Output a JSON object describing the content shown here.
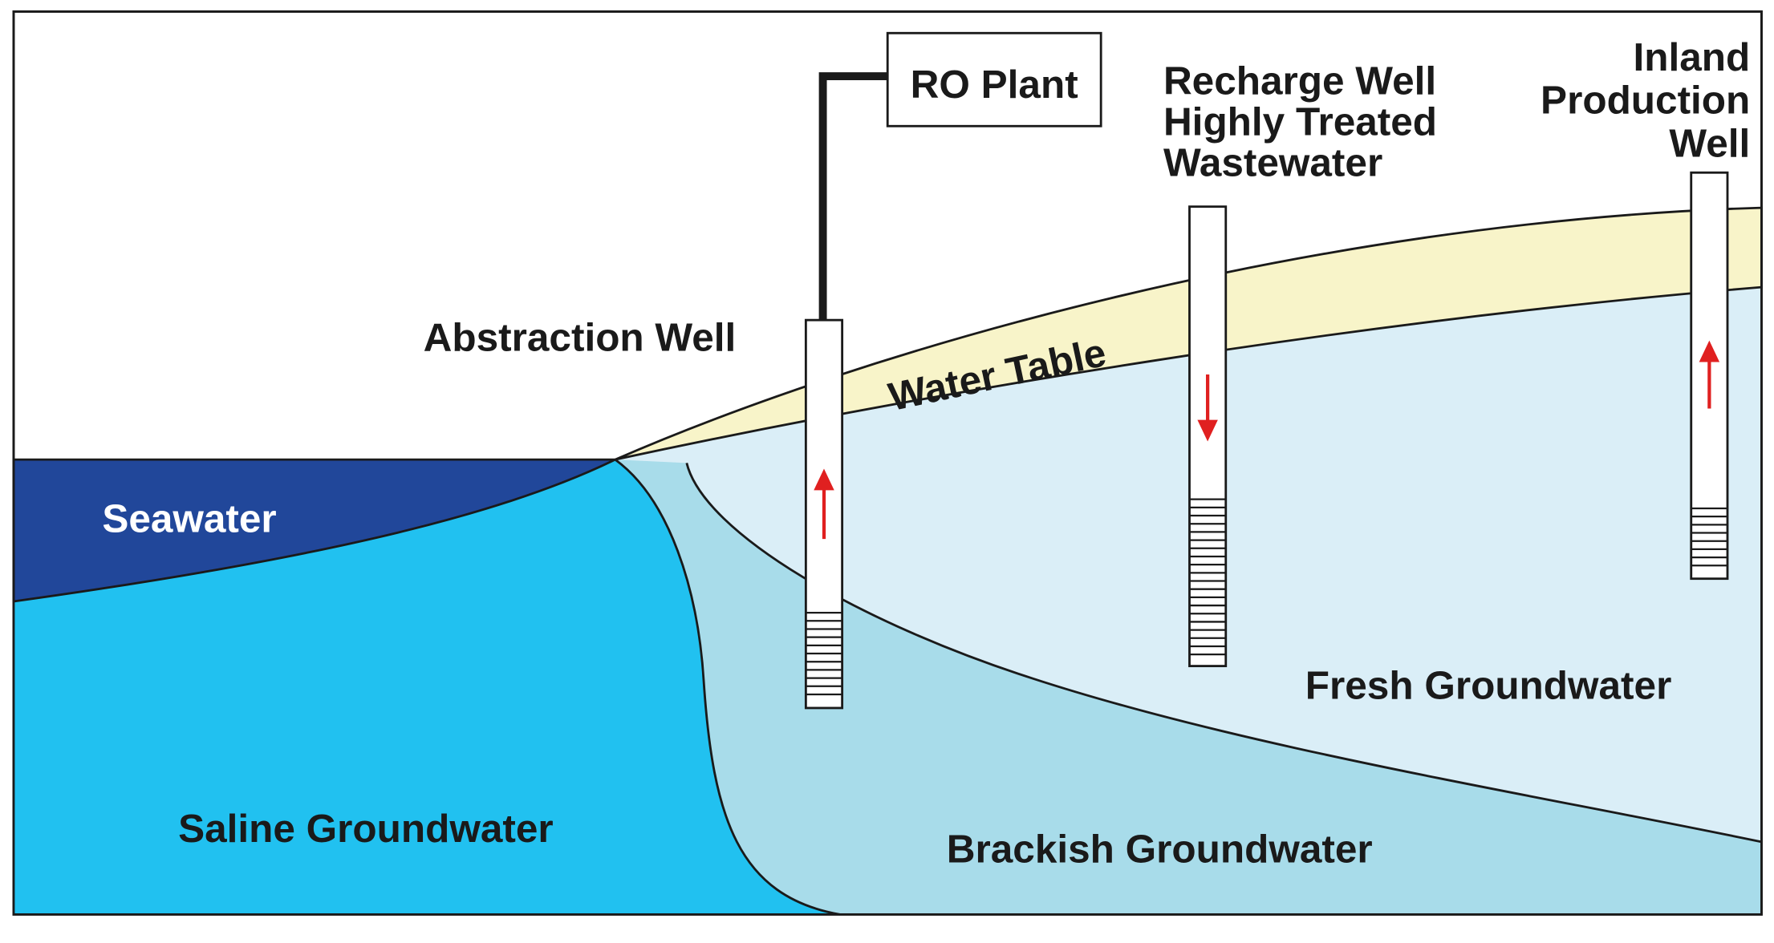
{
  "labels": {
    "ro_plant": "RO Plant",
    "recharge_well": [
      "Recharge Well",
      "Highly Treated",
      "Wastewater"
    ],
    "inland_production_well": [
      "Inland",
      "Production",
      "Well"
    ],
    "abstraction_well": "Abstraction Well",
    "water_table": "Water Table",
    "seawater": "Seawater",
    "fresh_groundwater": "Fresh Groundwater",
    "saline_groundwater": "Saline Groundwater",
    "brackish_groundwater": "Brackish Groundwater"
  },
  "colors": {
    "seawater": "#21479a",
    "saline_groundwater": "#21c1f0",
    "brackish_groundwater": "#a8dcea",
    "fresh_groundwater": "#daeef7",
    "unsaturated_zone": "#f8f4c9",
    "flow_arrow": "#e02020",
    "outline": "#1a1a1a"
  },
  "flow_directions": {
    "abstraction_well": "up",
    "recharge_well": "down",
    "inland_production_well": "up"
  }
}
